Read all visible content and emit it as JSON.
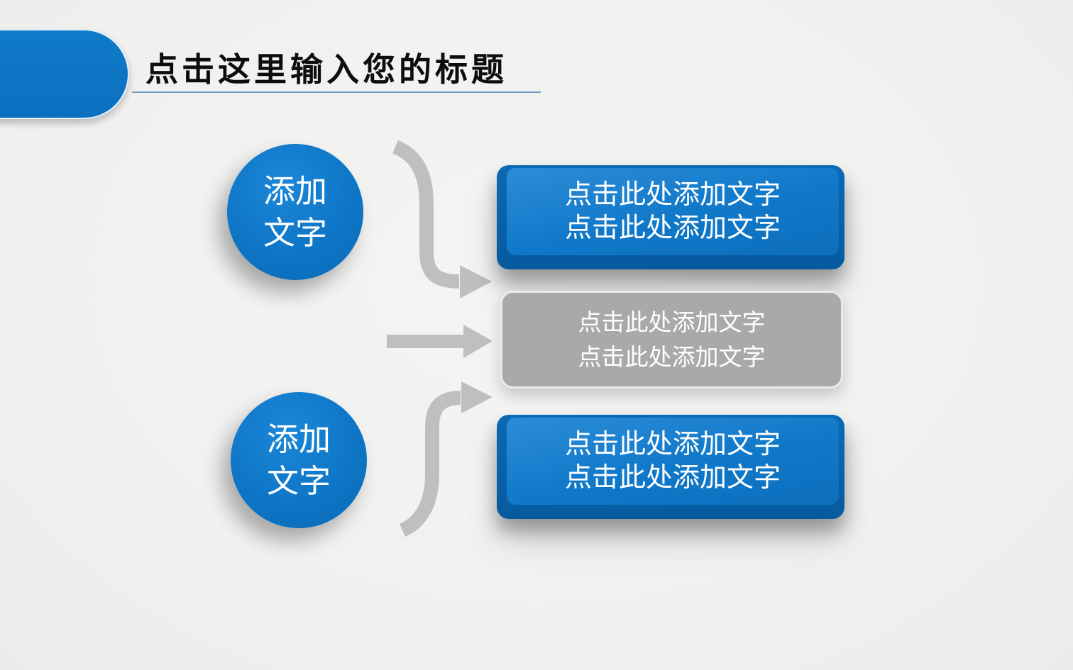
{
  "slide": {
    "title": "点击这里输入您的标题",
    "background_color": "#f0f0ef"
  },
  "theme": {
    "primary_blue": "#0d74c4",
    "bevel_dark_blue": "#085a9e",
    "gray_box_fill": "#a9a9a9",
    "gray_box_border": "#eaeaea",
    "arrow_gray": "#bfbfbf",
    "underline_blue": "#6f9cc2",
    "title_color": "#0d0d0d",
    "text_white": "#ffffff"
  },
  "circles": [
    {
      "id": "top",
      "lines": [
        "添加",
        "文字"
      ]
    },
    {
      "id": "bottom",
      "lines": [
        "添加",
        "文字"
      ]
    }
  ],
  "boxes": [
    {
      "id": "top",
      "style": "blue",
      "lines": [
        "点击此处添加文字",
        "点击此处添加文字"
      ]
    },
    {
      "id": "middle",
      "style": "gray",
      "lines": [
        "点击此处添加文字",
        "点击此处添加文字"
      ]
    },
    {
      "id": "bottom",
      "style": "blue",
      "lines": [
        "点击此处添加文字",
        "点击此处添加文字"
      ]
    }
  ],
  "arrows": [
    {
      "name": "curved-arrow-top",
      "direction": "right"
    },
    {
      "name": "straight-arrow-middle",
      "direction": "right"
    },
    {
      "name": "curved-arrow-bottom",
      "direction": "right"
    }
  ]
}
